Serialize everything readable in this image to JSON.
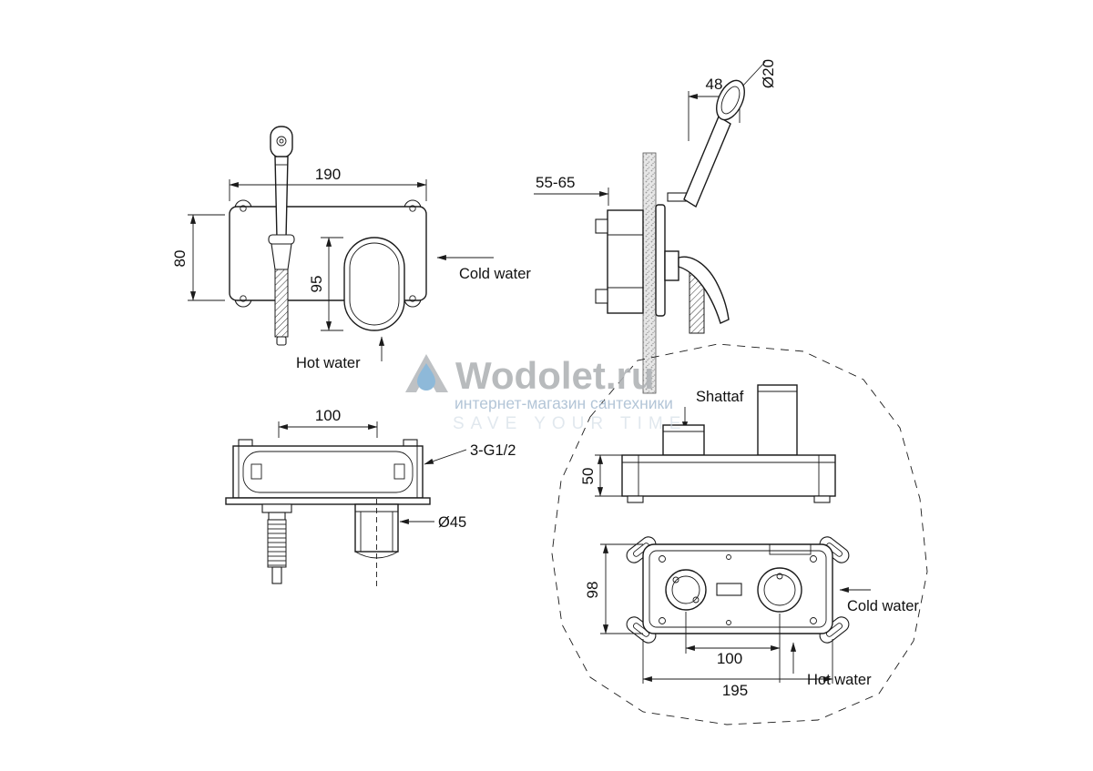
{
  "drawing": {
    "front_view": {
      "dim_plate_width": "190",
      "dim_plate_height": "80",
      "dim_handle_height": "95",
      "cold_water_label": "Cold water",
      "hot_water_label": "Hot water"
    },
    "side_view": {
      "dim_spray_offset": "48",
      "dim_spray_diameter": "Ø20",
      "dim_mounting_depth": "55-65"
    },
    "plan_view": {
      "dim_axis_spacing": "100",
      "thread_label": "3-G1/2",
      "dim_spout_diameter": "Ø45"
    },
    "detail_view": {
      "shattaf_label": "Shattaf",
      "dim_box_depth": "50",
      "dim_box_height": "98",
      "dim_valve_spacing": "100",
      "dim_box_width": "195",
      "cold_water_label": "Cold water",
      "hot_water_label": "Hot water"
    }
  },
  "watermark": {
    "brand": "Wodolet.ru",
    "subtitle": "интернет-магазин сантехники",
    "tagline": "SAVE YOUR TIME"
  },
  "colors": {
    "line": "#1b1b1b",
    "watermark_gray": "#afb2b5",
    "watermark_blue": "#7fb0d4",
    "watermark_subtitle": "#a9bed2"
  }
}
